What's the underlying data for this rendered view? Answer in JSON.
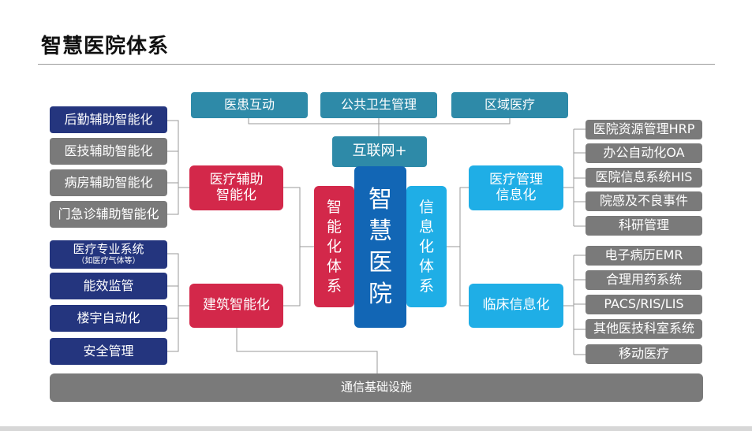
{
  "title": "智慧医院体系",
  "center": {
    "chars": [
      "智",
      "慧",
      "医",
      "院"
    ]
  },
  "left_pillar": {
    "chars": [
      "智",
      "能",
      "化",
      "体",
      "系"
    ]
  },
  "right_pillar": {
    "chars": [
      "信",
      "息",
      "化",
      "体",
      "系"
    ]
  },
  "internet": {
    "label": "互联网+",
    "items": [
      "医患互动",
      "公共卫生管理",
      "区域医疗"
    ]
  },
  "left_groups": {
    "medical_assist": {
      "label_lines": [
        "医疗辅助",
        "智能化"
      ],
      "items": [
        "后勤辅助智能化",
        "医技辅助智能化",
        "病房辅助智能化",
        "门急诊辅助智能化"
      ]
    },
    "building": {
      "label": "建筑智能化",
      "items": [
        {
          "label": "医疗专业系统",
          "note": "（如医疗气体等）"
        },
        {
          "label": "能效监管"
        },
        {
          "label": "楼宇自动化"
        },
        {
          "label": "安全管理"
        }
      ]
    }
  },
  "right_groups": {
    "management": {
      "label_lines": [
        "医疗管理",
        "信息化"
      ],
      "items": [
        "医院资源管理HRP",
        "办公自动化OA",
        "医院信息系统HIS",
        "院感及不良事件",
        "科研管理"
      ]
    },
    "clinical": {
      "label": "临床信息化",
      "items": [
        "电子病历EMR",
        "合理用药系统",
        "PACS/RIS/LIS",
        "其他医技科室系统",
        "移动医疗"
      ]
    }
  },
  "infrastructure": {
    "label": "通信基础设施"
  },
  "colors": {
    "teal": "#2e8aa8",
    "navy": "#24357e",
    "gray": "#7a7a7a",
    "crimson": "#d3284a",
    "cyan": "#1faee6",
    "blue": "#1266b5",
    "connector": "#9a9a9a"
  }
}
